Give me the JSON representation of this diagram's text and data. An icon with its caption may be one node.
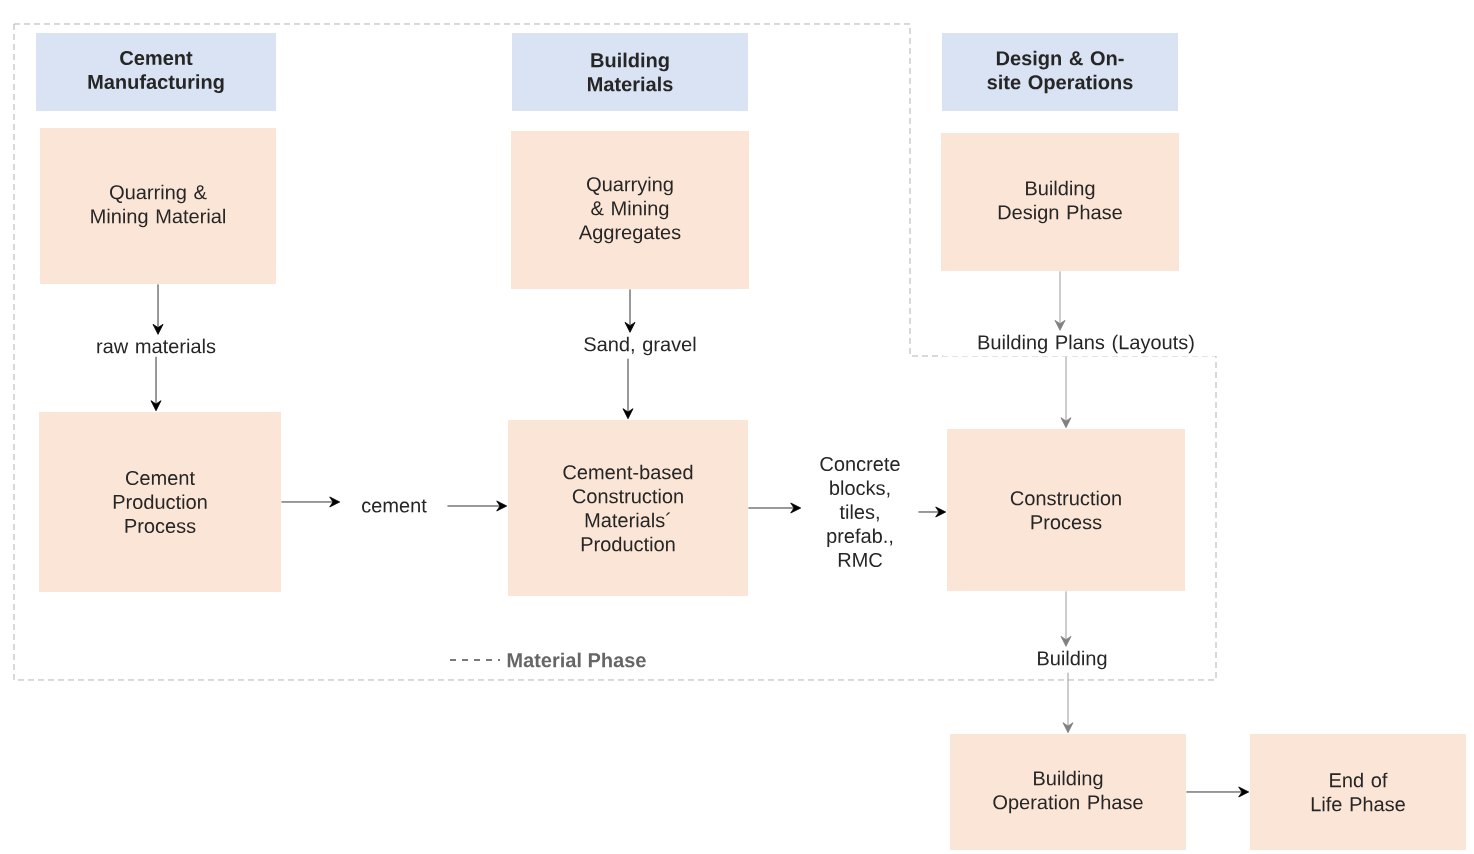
{
  "diagram": {
    "nodes": [
      {
        "text": [
          "Cement Manufacturing"
        ]
      },
      {
        "text": [
          "Building Materials"
        ]
      },
      {
        "text": [
          "Design & On-site Operations"
        ]
      },
      {
        "text": [
          "Quarring & Mining Material"
        ]
      },
      {
        "text": [
          "Quarrying & Mining Aggregates"
        ]
      },
      {
        "text": [
          "Building Design Phase"
        ]
      },
      {
        "text": [
          "raw materials"
        ]
      },
      {
        "text": [
          "Sand, gravel"
        ]
      },
      {
        "text": [
          "Building Plans (Layouts)"
        ]
      },
      {
        "text": [
          "Cement Production Process"
        ]
      },
      {
        "text": [
          "cement"
        ]
      },
      {
        "text": [
          "Cement-based Construction Materials´ Production"
        ]
      },
      {
        "text": [
          "Concrete blocks, tiles, prefab., RMC"
        ]
      },
      {
        "text": [
          "Construction Process"
        ]
      },
      {
        "text": [
          "Building"
        ]
      },
      {
        "text": [
          "Building Operation Phase"
        ]
      },
      {
        "text": [
          "End of Life Phase"
        ]
      }
    ],
    "edges": [
      {
        "from": 3,
        "to": 6,
        "arrow": "to"
      },
      {
        "from": 6,
        "to": 9,
        "arrow": "to"
      },
      {
        "from": 4,
        "to": 7,
        "arrow": "to"
      },
      {
        "from": 7,
        "to": 11,
        "arrow": "to"
      },
      {
        "from": 5,
        "to": 8,
        "arrow": "to",
        "color": "#808080"
      },
      {
        "from": 8,
        "to": 13,
        "arrow": "to",
        "color": "#808080"
      },
      {
        "from": 9,
        "to": 10,
        "arrow": "to"
      },
      {
        "from": 10,
        "to": 11,
        "arrow": "to"
      },
      {
        "from": 11,
        "to": 12,
        "arrow": "to"
      },
      {
        "from": 12,
        "to": 13,
        "arrow": "to"
      },
      {
        "from": 13,
        "to": 14,
        "arrow": "to",
        "color": "#808080"
      },
      {
        "from": 14,
        "to": 15,
        "arrow": "to",
        "color": "#808080"
      },
      {
        "from": 15,
        "to": 16,
        "arrow": "to"
      }
    ],
    "legend": [
      {
        "text": "Material Phase"
      }
    ]
  }
}
